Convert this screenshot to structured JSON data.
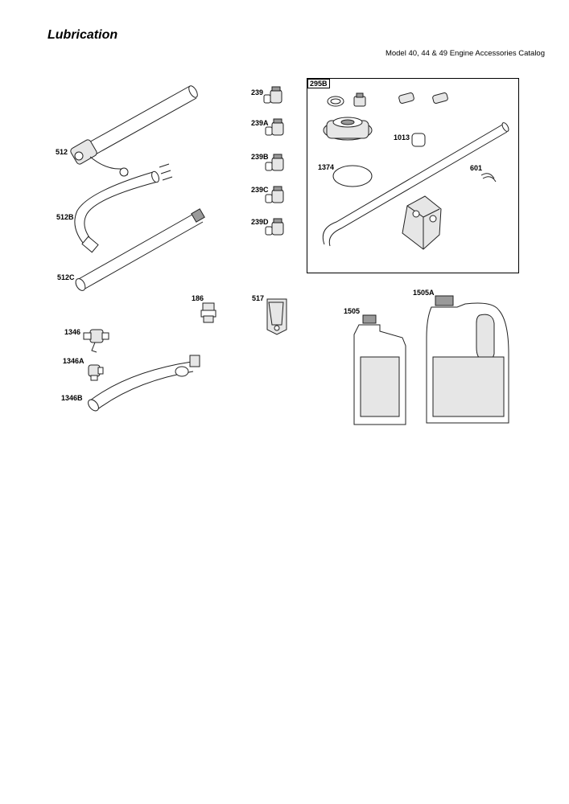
{
  "page": {
    "title": "Lubrication",
    "subtitle": "Model 40, 44 & 49 Engine Accessories Catalog"
  },
  "callouts": {
    "c512": "512",
    "c512B": "512B",
    "c512C": "512C",
    "c239": "239",
    "c239A": "239A",
    "c239B": "239B",
    "c239C": "239C",
    "c239D": "239D",
    "c295B": "295B",
    "c1013": "1013",
    "c1374": "1374",
    "c601": "601",
    "c186": "186",
    "c517": "517",
    "c1346": "1346",
    "c1346A": "1346A",
    "c1346B": "1346B",
    "c1505": "1505",
    "c1505A": "1505A"
  }
}
